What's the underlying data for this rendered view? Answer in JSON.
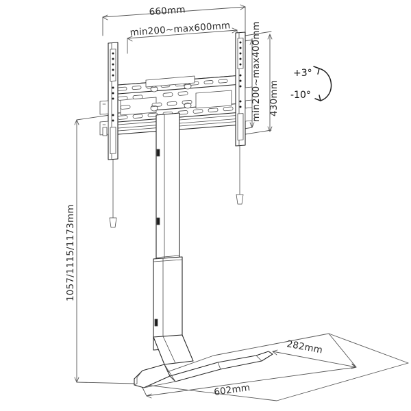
{
  "document": {
    "type": "technical-line-drawing",
    "subject": "floor-standing tilting TV stand with telescopic column",
    "background_color": "#ffffff",
    "line_color": "#2b2b2b",
    "text_color": "#2b2b2b"
  },
  "dimensions": {
    "bracket_overall_width": "660mm",
    "vesa_horizontal_range": "min200~max600mm",
    "vesa_vertical_range": "min200~max400mm",
    "bracket_overall_height": "430mm",
    "stand_height_options": "1057/1115/1173mm",
    "base_depth": "282mm",
    "base_width": "602mm"
  },
  "tilt": {
    "up_label": "+3°",
    "down_label": "-10°",
    "icon": "tilt-arc-arrow-icon"
  },
  "labels": [
    {
      "id": "width-660",
      "text": "660mm"
    },
    {
      "id": "vesa-h",
      "text": "min200~max600mm"
    },
    {
      "id": "vesa-v",
      "text": "min200~max400mm"
    },
    {
      "id": "height-430",
      "text": "430mm"
    },
    {
      "id": "stand-heights",
      "text": "1057/1115/1173mm"
    },
    {
      "id": "base-depth",
      "text": "282mm"
    },
    {
      "id": "base-width",
      "text": "602mm"
    },
    {
      "id": "tilt-up",
      "text": "+3°"
    },
    {
      "id": "tilt-down",
      "text": "-10°"
    }
  ],
  "parts": [
    {
      "id": "tv-mount-bracket",
      "name": "TV mount bracket"
    },
    {
      "id": "vesa-rail-left",
      "name": "Left vertical VESA rail"
    },
    {
      "id": "vesa-rail-right",
      "name": "Right vertical VESA rail"
    },
    {
      "id": "release-cord-left",
      "name": "Left pull release cord"
    },
    {
      "id": "release-cord-right",
      "name": "Right pull release cord"
    },
    {
      "id": "telescopic-column",
      "name": "Telescopic column"
    },
    {
      "id": "base-foot",
      "name": "V-shaped base foot"
    }
  ]
}
